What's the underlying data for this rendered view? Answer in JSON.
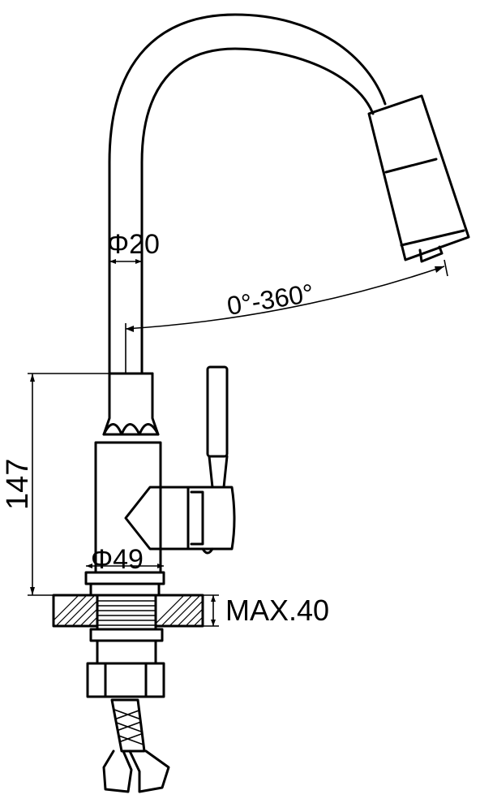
{
  "dimensions": {
    "spout_diameter": "Φ20",
    "rotation": "0°-360°",
    "height": "147",
    "base_diameter": "Φ49",
    "max_thickness": "MAX.40"
  },
  "colors": {
    "line": "#000000",
    "background": "#ffffff"
  }
}
